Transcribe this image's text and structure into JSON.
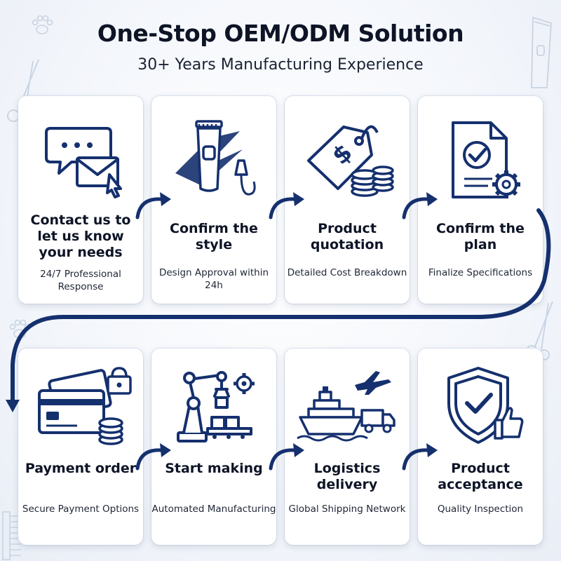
{
  "header": {
    "title": "One-Stop OEM/ODM Solution",
    "subtitle": "30+ Years Manufacturing Experience"
  },
  "colors": {
    "navy": "#15306e",
    "ink": "#0d1426",
    "card": "#ffffff"
  },
  "steps": [
    {
      "heading": "Contact us to let us know your needs",
      "desc": "24/7 Professional Response",
      "icon": "chat-envelope-icon"
    },
    {
      "heading": "Confirm the style",
      "desc": "Design Approval within 24h",
      "icon": "hair-clipper-icon"
    },
    {
      "heading": "Product quotation",
      "desc": "Detailed Cost Breakdown",
      "icon": "price-tag-coins-icon"
    },
    {
      "heading": "Confirm the plan",
      "desc": "Finalize Specifications",
      "icon": "document-check-gear-icon"
    },
    {
      "heading": "Payment order",
      "desc": "Secure Payment Options",
      "icon": "credit-card-lock-icon"
    },
    {
      "heading": "Start making",
      "desc": "Automated Manufacturing",
      "icon": "robot-arm-icon"
    },
    {
      "heading": "Logistics delivery",
      "desc": "Global Shipping Network",
      "icon": "ship-plane-truck-icon"
    },
    {
      "heading": "Product acceptance",
      "desc": "Quality Inspection",
      "icon": "shield-thumbs-up-icon"
    }
  ]
}
